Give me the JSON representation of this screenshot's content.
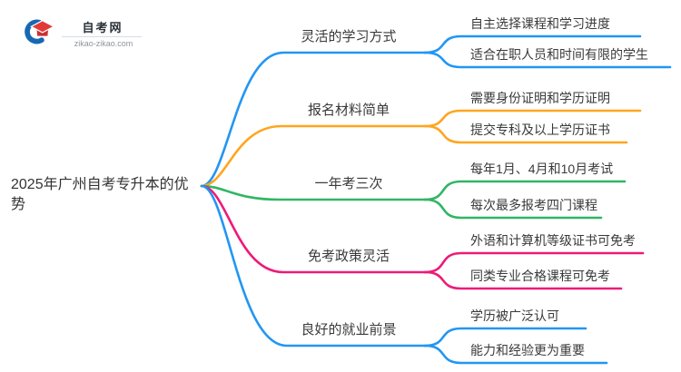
{
  "logo": {
    "title": "自考网",
    "domain": "zikao-zikao.com",
    "icon": "graduation-cap-icon",
    "swoosh_color": "#1668b4",
    "cap_top_color": "#e23a3a",
    "cap_base_color": "#c9302f"
  },
  "root": {
    "label": "2025年广州自考专升本的优势"
  },
  "branches": [
    {
      "label": "灵活的学习方式",
      "color": "#2196f3",
      "children": [
        {
          "label": "自主选择课程和学习进度"
        },
        {
          "label": "适合在职人员和时间有限的学生"
        }
      ]
    },
    {
      "label": "报名材料简单",
      "color": "#ffa51f",
      "children": [
        {
          "label": "需要身份证明和学历证明"
        },
        {
          "label": "提交专科及以上学历证书"
        }
      ]
    },
    {
      "label": "一年考三次",
      "color": "#31b564",
      "children": [
        {
          "label": "每年1月、4月和10月考试"
        },
        {
          "label": "每次最多报考四门课程"
        }
      ]
    },
    {
      "label": "免考政策灵活",
      "color": "#ee1a78",
      "children": [
        {
          "label": "外语和计算机等级证书可免考"
        },
        {
          "label": "同类专业合格课程可免考"
        }
      ]
    },
    {
      "label": "良好的就业前景",
      "color": "#2196f3",
      "children": [
        {
          "label": "学历被广泛认可"
        },
        {
          "label": "能力和经验更为重要"
        }
      ]
    }
  ]
}
